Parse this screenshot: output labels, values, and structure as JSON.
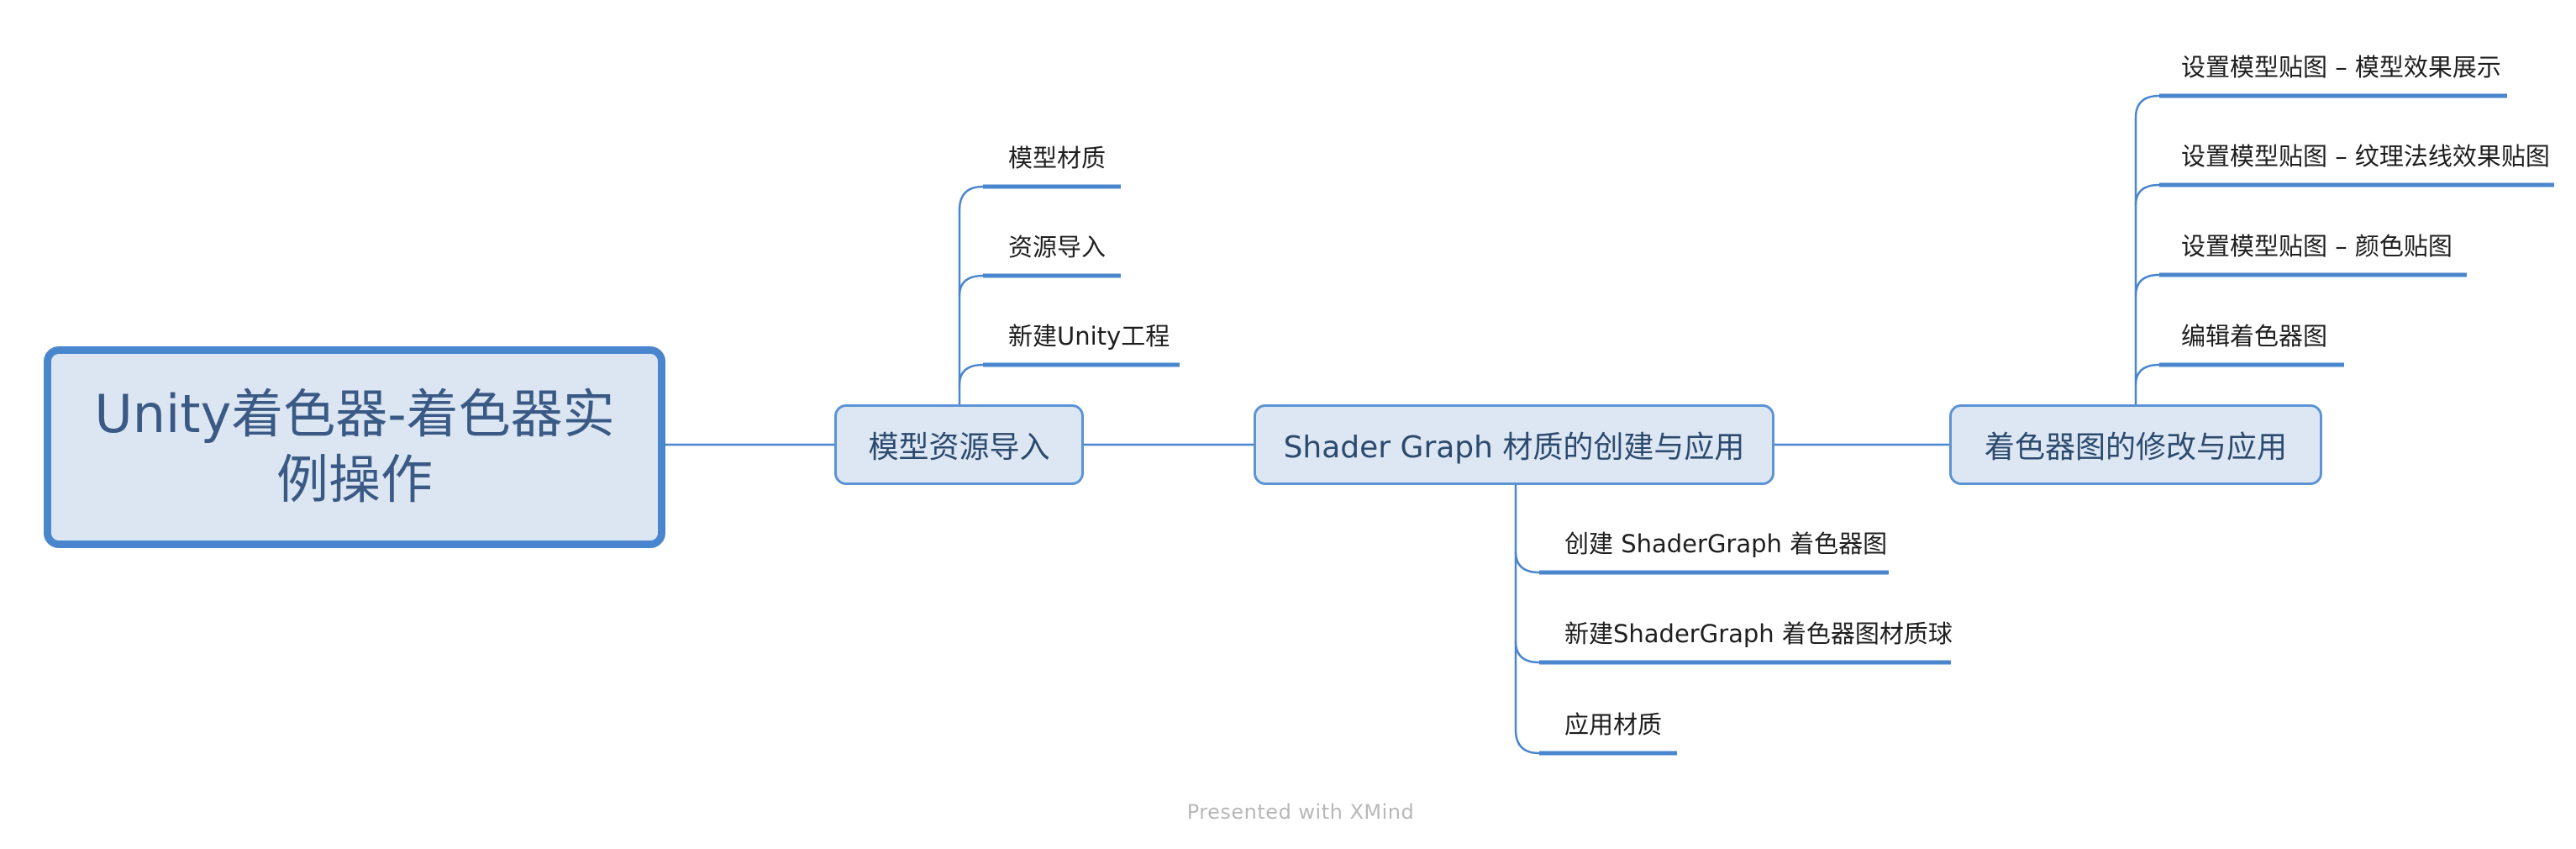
{
  "mindmap": {
    "root": {
      "label": "Unity着色器-着色器实例操作"
    },
    "branches": [
      {
        "label": "模型资源导入",
        "children": [
          "模型材质",
          "资源导入",
          "新建Unity工程"
        ]
      },
      {
        "label": "Shader Graph 材质的创建与应用",
        "children": [
          "创建 ShaderGraph 着色器图",
          "新建ShaderGraph 着色器图材质球",
          "应用材质"
        ]
      },
      {
        "label": "着色器图的修改与应用",
        "children": [
          "设置模型贴图 – 模型效果展示",
          "设置模型贴图 – 纹理法线效果贴图",
          "设置模型贴图 – 颜色贴图",
          "编辑着色器图"
        ]
      }
    ]
  },
  "footer": {
    "watermark": "Presented with XMind"
  },
  "colors": {
    "line": "#4a86cd",
    "node_fill": "#dde7f3",
    "root_border": "#4a86cd",
    "text": "#2c4a6e"
  }
}
